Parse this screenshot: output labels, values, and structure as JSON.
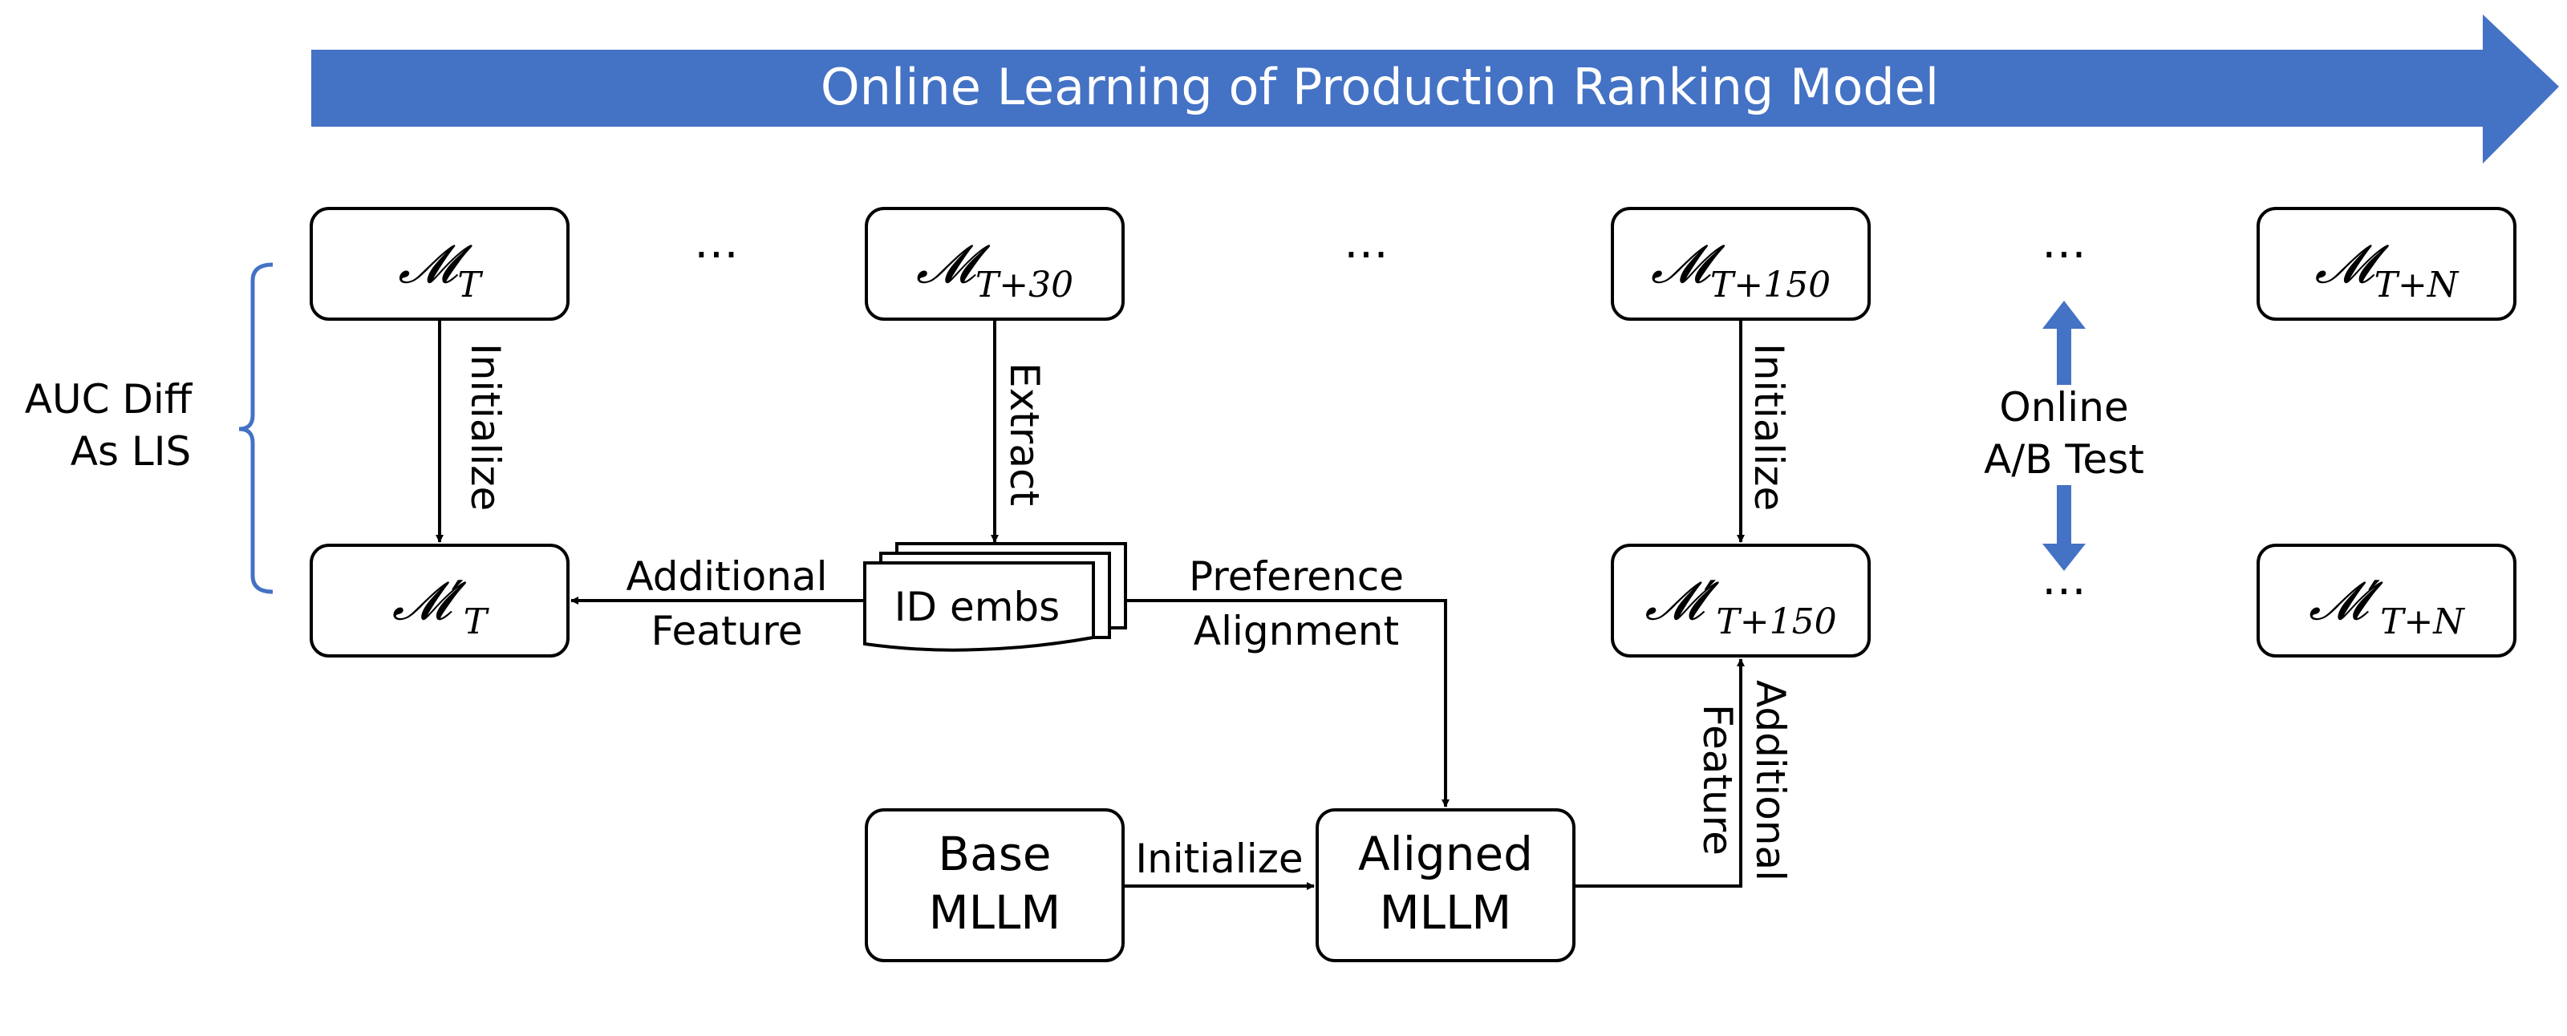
{
  "banner": {
    "title": "Online Learning of Production Ranking Model",
    "color": "#4472C4"
  },
  "models": {
    "m_t": {
      "base": "𝓜",
      "sub": "T"
    },
    "m_t30": {
      "base": "𝓜",
      "sub": "T+30"
    },
    "m_t150": {
      "base": "𝓜",
      "sub": "T+150"
    },
    "m_tn": {
      "base": "𝓜",
      "sub": "T+N"
    },
    "m_t_prime": {
      "base": "𝓜",
      "prime": "′",
      "sub": "T"
    },
    "m_t150_prime": {
      "base": "𝓜",
      "prime": "′",
      "sub": "T+150"
    },
    "m_tn_prime": {
      "base": "𝓜",
      "prime": "′",
      "sub": "T+N"
    }
  },
  "ellipsis": "⋯",
  "auc": {
    "line1": "AUC Diff",
    "line2": "As LIS",
    "brace_color": "#4472C4"
  },
  "edges": {
    "initialize_1": "Initialize",
    "extract": "Extract",
    "initialize_2": "Initialize",
    "additional_1": "Additional",
    "feature_1": "Feature",
    "preference": "Preference",
    "alignment": "Alignment",
    "initialize_3": "Initialize",
    "additional_2": "Additional",
    "feature_2": "Feature"
  },
  "id_embs": "ID embs",
  "base_mllm": {
    "line1": "Base",
    "line2": "MLLM"
  },
  "aligned_mllm": {
    "line1": "Aligned",
    "line2": "MLLM"
  },
  "ab_test": {
    "line1": "Online",
    "line2": "A/B Test",
    "arrow_color": "#4472C4"
  }
}
